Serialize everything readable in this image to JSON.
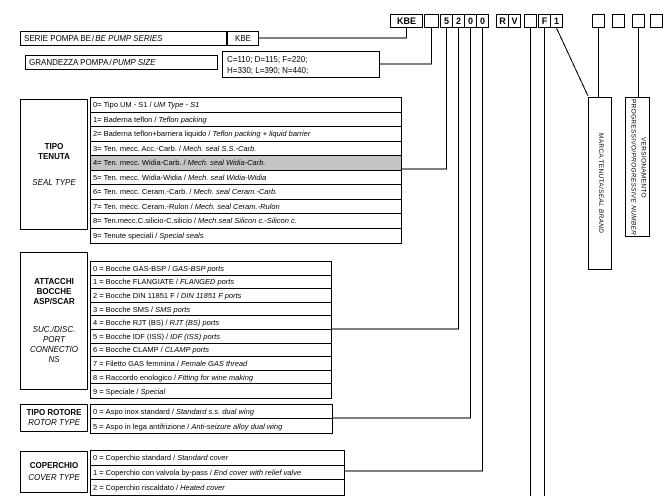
{
  "ui": {
    "separator": "/",
    "colors": {
      "shaded_row": "#c4c4c4",
      "line": "#000000"
    }
  },
  "code": {
    "boxes": [
      "KBE",
      "",
      "5",
      "2",
      "0",
      "0",
      "R",
      "V",
      "",
      "F",
      "1",
      "",
      "",
      "",
      ""
    ]
  },
  "serie": {
    "label_it": "SERIE POMPA BE",
    "label_en": "BE PUMP SERIES",
    "value": "KBE"
  },
  "grandezza": {
    "label_it": "GRANDEZZA POMPA",
    "label_en": "PUMP SIZE",
    "sizes_line1": "C=110; D=115; F=220;",
    "sizes_line2": "H=330; L=390; N=440;"
  },
  "tenuta": {
    "title_it": "TIPO TENUTA",
    "title_en": "SEAL TYPE",
    "options": [
      {
        "code": "0=",
        "it": "Tipo UM - S1",
        "en": "UM Type - S1"
      },
      {
        "code": "1=",
        "it": "Baderna teflon",
        "en": "Teflon packing"
      },
      {
        "code": "2=",
        "it": "Baderna teflon+barriera liquido",
        "en": "Teflon packing + liquid barrier"
      },
      {
        "code": "3=",
        "it": "Ten. mecc. Acc.-Carb.",
        "en": "Mech. seal S.S.-Carb."
      },
      {
        "code": "4=",
        "it": "Ten. mecc. Widia-Carb.",
        "en": "Mech. seal Widia-Carb.",
        "shaded": true
      },
      {
        "code": "5=",
        "it": "Ten. mecc. Widia-Widia",
        "en": "Mech. seal Widia-Widia"
      },
      {
        "code": "6=",
        "it": "Ten. mecc. Ceram.-Carb.",
        "en": "Mech. seal Ceram.-Carb."
      },
      {
        "code": "7=",
        "it": "Ten. mecc. Ceram.-Rulon",
        "en": "Mech. seal Ceram.-Rulon"
      },
      {
        "code": "8=",
        "it": "Ten.mecc.C.silicio-C.silicio",
        "en": "Mech.seal Silicon c.-Silicon c."
      },
      {
        "code": "9=",
        "it": "Tenute speciali",
        "en": "Special seals"
      }
    ]
  },
  "attacchi": {
    "title_it": "ATTACCHI BOCCHE ASP/SCAR",
    "title_en": "SUC./DISC. PORT CONNECTIONS",
    "options": [
      {
        "code": "0 =",
        "it": "Bocche GAS-BSP",
        "en": "GAS-BSP ports"
      },
      {
        "code": "1 =",
        "it": "Bocche FLANGIATE",
        "en": "FLANGED ports"
      },
      {
        "code": "2 =",
        "it": "Bocche DIN 11851 F",
        "en": "DIN 11851 F ports"
      },
      {
        "code": "3 =",
        "it": "Bocche SMS",
        "en": "SMS ports"
      },
      {
        "code": "4 =",
        "it": "Bocche RJT (BS)",
        "en": "RJT (BS) ports"
      },
      {
        "code": "5 =",
        "it": "Bocche IDF (ISS)",
        "en": "IDF (ISS) ports"
      },
      {
        "code": "6 =",
        "it": "Bocche CLAMP",
        "en": "CLAMP ports"
      },
      {
        "code": "7 =",
        "it": "Filetto GAS femmina",
        "en": "Female GAS thread"
      },
      {
        "code": "8 =",
        "it": "Raccordo enologico",
        "en": "Fitting for wine making"
      },
      {
        "code": "9 =",
        "it": "Speciale",
        "en": "Special"
      }
    ]
  },
  "rotore": {
    "title_it": "TIPO ROTORE",
    "title_en": "ROTOR TYPE",
    "options": [
      {
        "code": "0 =",
        "it": "Aspo inox standard",
        "en": "Standard s.s. dual wing"
      },
      {
        "code": "5 =",
        "it": "Aspo in lega antifrizione",
        "en": "Anti-seizure alloy dual wing"
      }
    ]
  },
  "coperchio": {
    "title_it": "COPERCHIO",
    "title_en": "COVER TYPE",
    "options": [
      {
        "code": "0 =",
        "it": "Coperchio standard",
        "en": "Standard cover"
      },
      {
        "code": "1 =",
        "it": "Coperchio con valvola by-pass",
        "en": "End cover with relief valve"
      },
      {
        "code": "2 =",
        "it": "Coperchio riscaldato",
        "en": "Heated cover"
      }
    ]
  },
  "vertical": [
    {
      "it": "MARCA TENUTA",
      "en": "SEAL BRAND"
    },
    {
      "it": "VERSIONAMENTO PROGRESSIVO",
      "en": "PROGRESSIVE NUMBER"
    }
  ]
}
